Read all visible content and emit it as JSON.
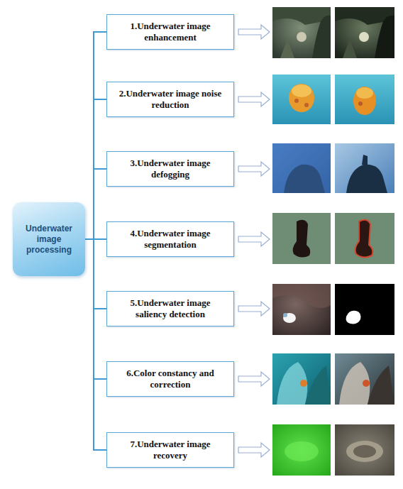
{
  "diagram": {
    "nodes": [
      {
        "text": [
          "Underwater image processing"
        ]
      },
      {
        "text": [
          "1.Underwater image enhancement"
        ]
      },
      {
        "text": [
          "2.Underwater image noise reduction"
        ]
      },
      {
        "text": [
          "3.Underwater image defogging"
        ]
      },
      {
        "text": [
          "4.Underwater image segmentation"
        ]
      },
      {
        "text": [
          "5.Underwater image saliency detection"
        ]
      },
      {
        "text": [
          "6.Color constancy and correction"
        ]
      },
      {
        "text": [
          "7.Underwater image recovery"
        ]
      }
    ],
    "edges": [
      {
        "from": 0,
        "to": 1,
        "arrow": "none"
      },
      {
        "from": 0,
        "to": 2,
        "arrow": "none"
      },
      {
        "from": 0,
        "to": 3,
        "arrow": "none"
      },
      {
        "from": 0,
        "to": 4,
        "arrow": "none"
      },
      {
        "from": 0,
        "to": 5,
        "arrow": "none"
      },
      {
        "from": 0,
        "to": 6,
        "arrow": "none"
      },
      {
        "from": 0,
        "to": 7,
        "arrow": "none"
      }
    ]
  }
}
